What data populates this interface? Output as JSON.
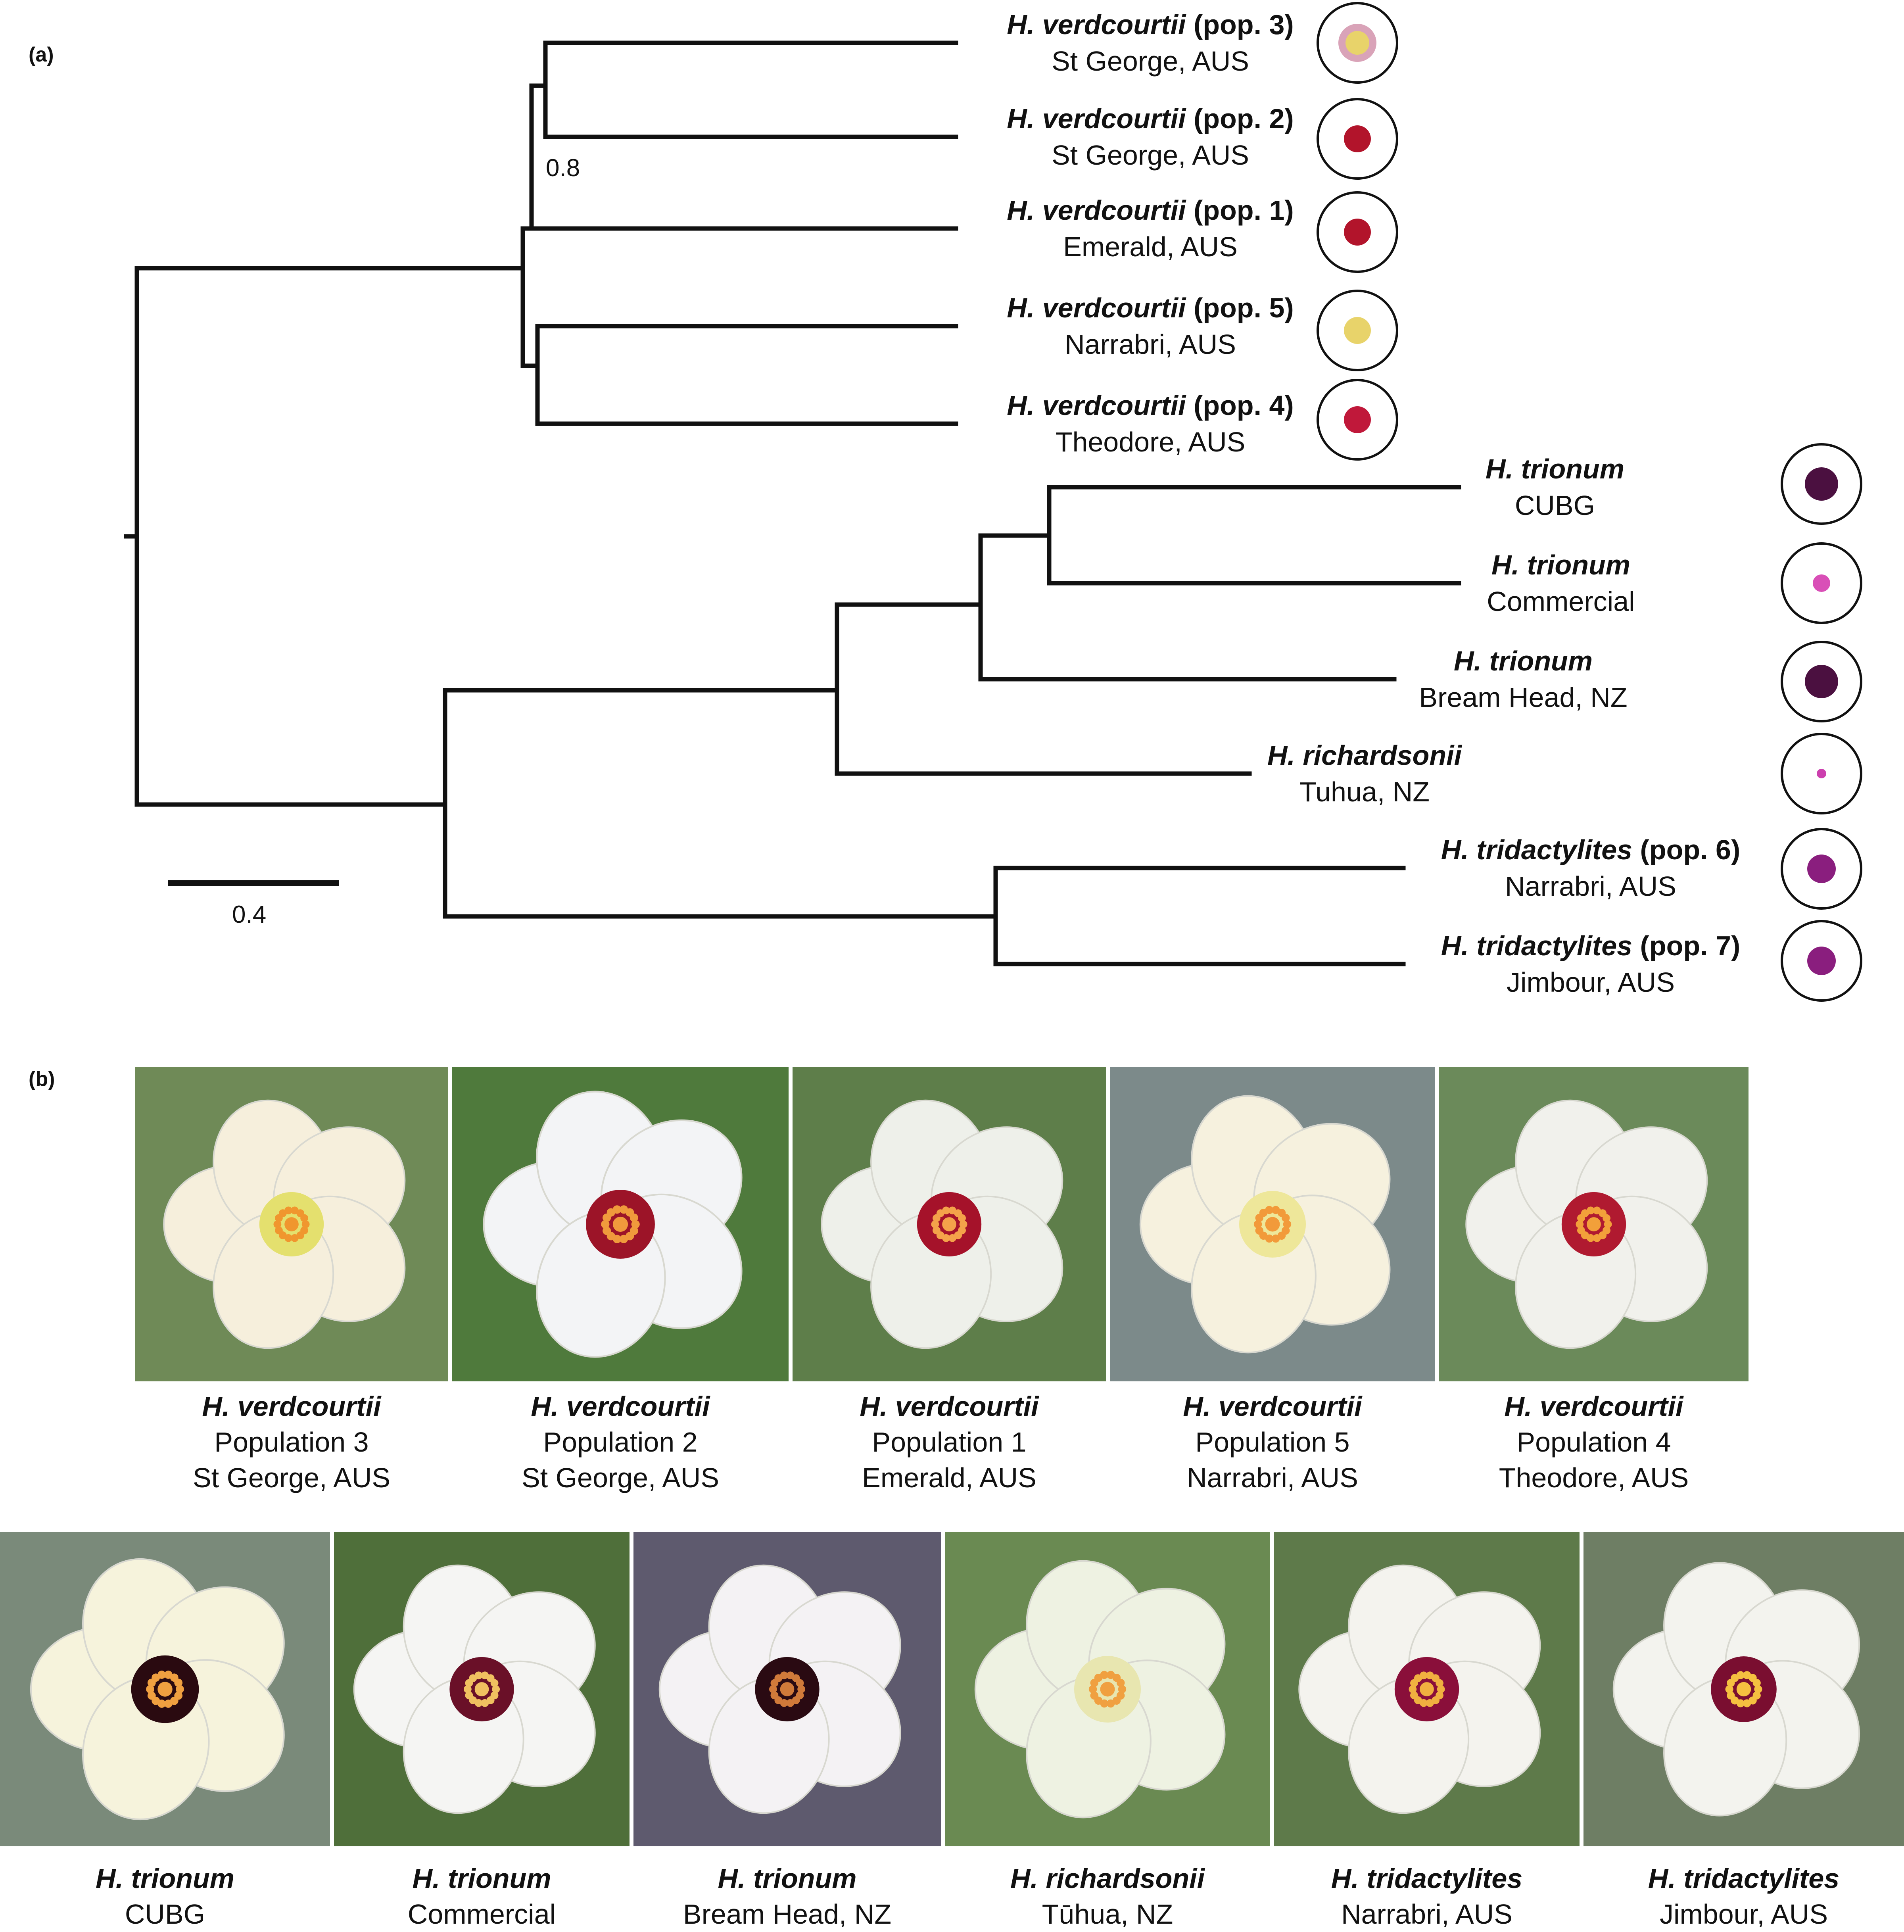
{
  "panel_a_label": "(a)",
  "panel_b_label": "(b)",
  "support_value": "0.8",
  "scale_bar_label": "0.4",
  "tips": [
    {
      "id": "vpop3",
      "species": "H. verdcourtii",
      "suffix": " (pop. 3)",
      "locality": "St George, AUS",
      "marker": {
        "outer": "#d9a3b8",
        "inner": "#e8d36a",
        "ring": true
      }
    },
    {
      "id": "vpop2",
      "species": "H. verdcourtii",
      "suffix": " (pop. 2)",
      "locality": "St George, AUS",
      "marker": {
        "inner": "#b2142b"
      }
    },
    {
      "id": "vpop1",
      "species": "H. verdcourtii",
      "suffix": " (pop. 1)",
      "locality": "Emerald, AUS",
      "marker": {
        "inner": "#b2142b"
      }
    },
    {
      "id": "vpop5",
      "species": "H. verdcourtii",
      "suffix": " (pop. 5)",
      "locality": "Narrabri, AUS",
      "marker": {
        "inner": "#e8d36a"
      }
    },
    {
      "id": "vpop4",
      "species": "H. verdcourtii",
      "suffix": " (pop. 4)",
      "locality": "Theodore, AUS",
      "marker": {
        "inner": "#c0183a"
      }
    },
    {
      "id": "tcubg",
      "species": "H. trionum",
      "suffix": "",
      "locality": "CUBG",
      "marker": {
        "inner": "#4b1040"
      }
    },
    {
      "id": "tcomm",
      "species": "H. trionum",
      "suffix": "",
      "locality": "Commercial",
      "marker": {
        "inner": "#d94fb7"
      }
    },
    {
      "id": "tbream",
      "species": "H. trionum",
      "suffix": "",
      "locality": "Bream Head, NZ",
      "marker": {
        "inner": "#4b1040"
      }
    },
    {
      "id": "rich",
      "species": "H. richardsonii",
      "suffix": "",
      "locality": "Tuhua, NZ",
      "marker": {
        "inner": "#cc3fae"
      }
    },
    {
      "id": "trid6",
      "species": "H. tridactylites",
      "suffix": " (pop. 6)",
      "locality": "Narrabri, AUS",
      "marker": {
        "inner": "#8a1e7e"
      }
    },
    {
      "id": "trid7",
      "species": "H. tridactylites",
      "suffix": " (pop. 7)",
      "locality": "Jimbour, AUS",
      "marker": {
        "inner": "#8a1e7e"
      }
    }
  ],
  "photos_row1": [
    {
      "species": "H. verdcourtii",
      "line2": "Population 3",
      "line3": "St George, AUS",
      "petal": "#f6efdc",
      "center": "#e4e06e",
      "stamen": "#f0962e",
      "bg": "#6f8a57"
    },
    {
      "species": "H. verdcourtii",
      "line2": "Population 2",
      "line3": "St George, AUS",
      "petal": "#f3f4f6",
      "center": "#9c1428",
      "stamen": "#f09a3c",
      "bg": "#4f7a3c"
    },
    {
      "species": "H. verdcourtii",
      "line2": "Population 1",
      "line3": "Emerald, AUS",
      "petal": "#eef0ea",
      "center": "#a5122a",
      "stamen": "#f4a24a",
      "bg": "#5e7e4a"
    },
    {
      "species": "H. verdcourtii",
      "line2": "Population 5",
      "line3": "Narrabri, AUS",
      "petal": "#f6f1de",
      "center": "#eee79a",
      "stamen": "#f29a3a",
      "bg": "#7c8a8a"
    },
    {
      "species": "H. verdcourtii",
      "line2": "Population 4",
      "line3": "Theodore, AUS",
      "petal": "#f1f1ec",
      "center": "#b01a30",
      "stamen": "#f2a03a",
      "bg": "#6b8a5a"
    }
  ],
  "photos_row2": [
    {
      "species": "H. trionum",
      "line2": "CUBG",
      "petal": "#f6f3dc",
      "center": "#2a0a10",
      "stamen": "#f0a040",
      "bg": "#7a8a7a"
    },
    {
      "species": "H. trionum",
      "line2": "Commercial",
      "petal": "#f5f5f3",
      "center": "#6a1028",
      "stamen": "#f0c060",
      "bg": "#4f6f3a"
    },
    {
      "species": "H. trionum",
      "line2": "Bream Head, NZ",
      "petal": "#f4f2f4",
      "center": "#2a0a12",
      "stamen": "#d07a3a",
      "bg": "#5e5a6e"
    },
    {
      "species": "H. richardsonii",
      "line2": "Tūhua, NZ",
      "petal": "#eef2e2",
      "center": "#e8e6b0",
      "stamen": "#f0a040",
      "bg": "#6a8a52"
    },
    {
      "species": "H. tridactylites",
      "line2": "Narrabri, AUS",
      "petal": "#f4f3ee",
      "center": "#8a0f3a",
      "stamen": "#f0b040",
      "bg": "#5e7a4a"
    },
    {
      "species": "H. tridactylites",
      "line2": "Jimbour, AUS",
      "petal": "#f3f3ee",
      "center": "#7a0e30",
      "stamen": "#f5c040",
      "bg": "#6e7e64"
    }
  ]
}
